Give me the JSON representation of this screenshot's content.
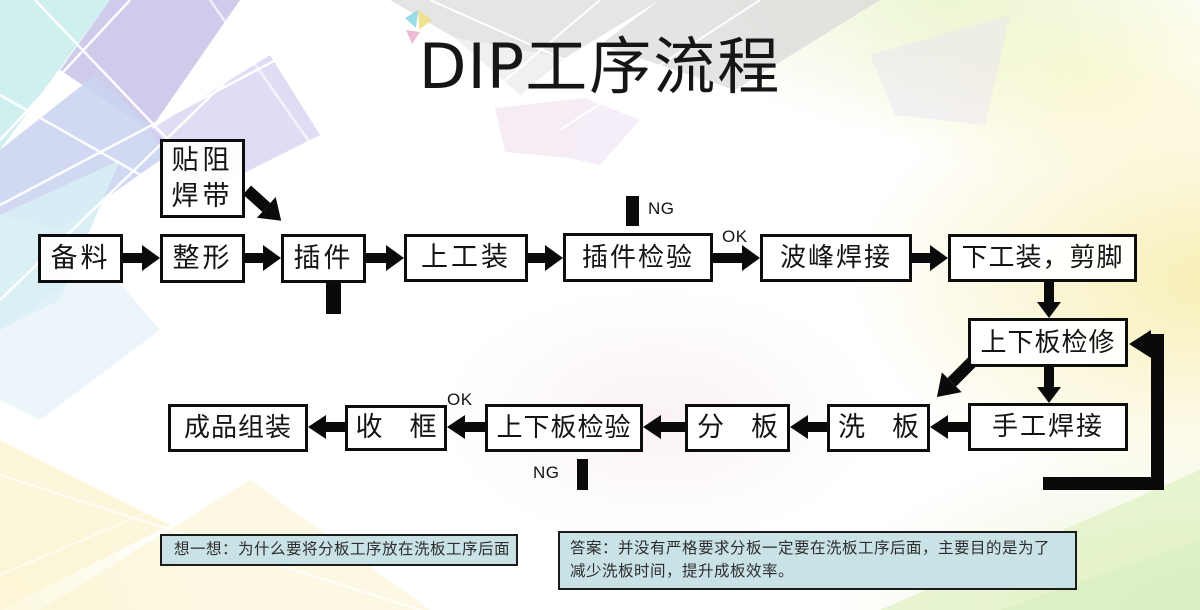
{
  "title": {
    "latin": "DIP",
    "cn": "工序流程"
  },
  "flow": {
    "boxes": [
      {
        "id": "paste-solder-resist-tape",
        "label": "贴阻焊带"
      },
      {
        "id": "prepare-material",
        "label": "备料"
      },
      {
        "id": "reshape",
        "label": "整形"
      },
      {
        "id": "insert-component",
        "label": "插件"
      },
      {
        "id": "load-fixture",
        "label": "上工装"
      },
      {
        "id": "insertion-inspection",
        "label": "插件检验"
      },
      {
        "id": "wave-soldering",
        "label": "波峰焊接"
      },
      {
        "id": "unload-fixture-trim-leads",
        "label": "下工装，剪脚"
      },
      {
        "id": "board-rework",
        "label": "上下板检修"
      },
      {
        "id": "hand-soldering",
        "label": "手工焊接"
      },
      {
        "id": "board-washing",
        "label": "洗　板"
      },
      {
        "id": "depaneling",
        "label": "分　板"
      },
      {
        "id": "board-inspection",
        "label": "上下板检验"
      },
      {
        "id": "collect-rack",
        "label": "收　框"
      },
      {
        "id": "final-assembly",
        "label": "成品组装"
      }
    ],
    "branch_labels": {
      "ng_top": "NG",
      "ok_top": "OK",
      "ok_bottom": "OK",
      "ng_bottom": "NG"
    },
    "edges": [
      {
        "from": "paste-solder-resist-tape",
        "to": "insert-component",
        "style": "diagonal"
      },
      {
        "from": "prepare-material",
        "to": "reshape"
      },
      {
        "from": "reshape",
        "to": "insert-component"
      },
      {
        "from": "insert-component",
        "to": "load-fixture"
      },
      {
        "from": "insert-component",
        "to": "stub-down"
      },
      {
        "from": "load-fixture",
        "to": "insertion-inspection"
      },
      {
        "from": "insertion-inspection",
        "to": "ng-stub-up",
        "label": "NG"
      },
      {
        "from": "insertion-inspection",
        "to": "wave-soldering",
        "label": "OK"
      },
      {
        "from": "wave-soldering",
        "to": "unload-fixture-trim-leads"
      },
      {
        "from": "unload-fixture-trim-leads",
        "to": "board-rework"
      },
      {
        "from": "board-rework",
        "to": "stub-diagonal-down-left"
      },
      {
        "from": "board-rework",
        "to": "hand-soldering"
      },
      {
        "from": "hand-soldering",
        "to": "board-washing"
      },
      {
        "from": "board-washing",
        "to": "depaneling"
      },
      {
        "from": "depaneling",
        "to": "board-inspection"
      },
      {
        "from": "board-inspection",
        "to": "ng-stub-down",
        "label": "NG"
      },
      {
        "from": "board-inspection",
        "to": "collect-rack",
        "label": "OK"
      },
      {
        "from": "collect-rack",
        "to": "final-assembly"
      },
      {
        "from": "return-loop-right",
        "to": "board-rework"
      }
    ]
  },
  "notes": {
    "think": "想一想：为什么要将分板工序放在洗板工序后面",
    "answer": "答案：并没有严格要求分板一定要在洗板工序后面，主要目的是为了减少洗板时间，提升成板效率。"
  },
  "colors": {
    "note_bg": "#c9e2e6",
    "line": "#0d0d0d",
    "note_border": "#1b1b1b"
  }
}
